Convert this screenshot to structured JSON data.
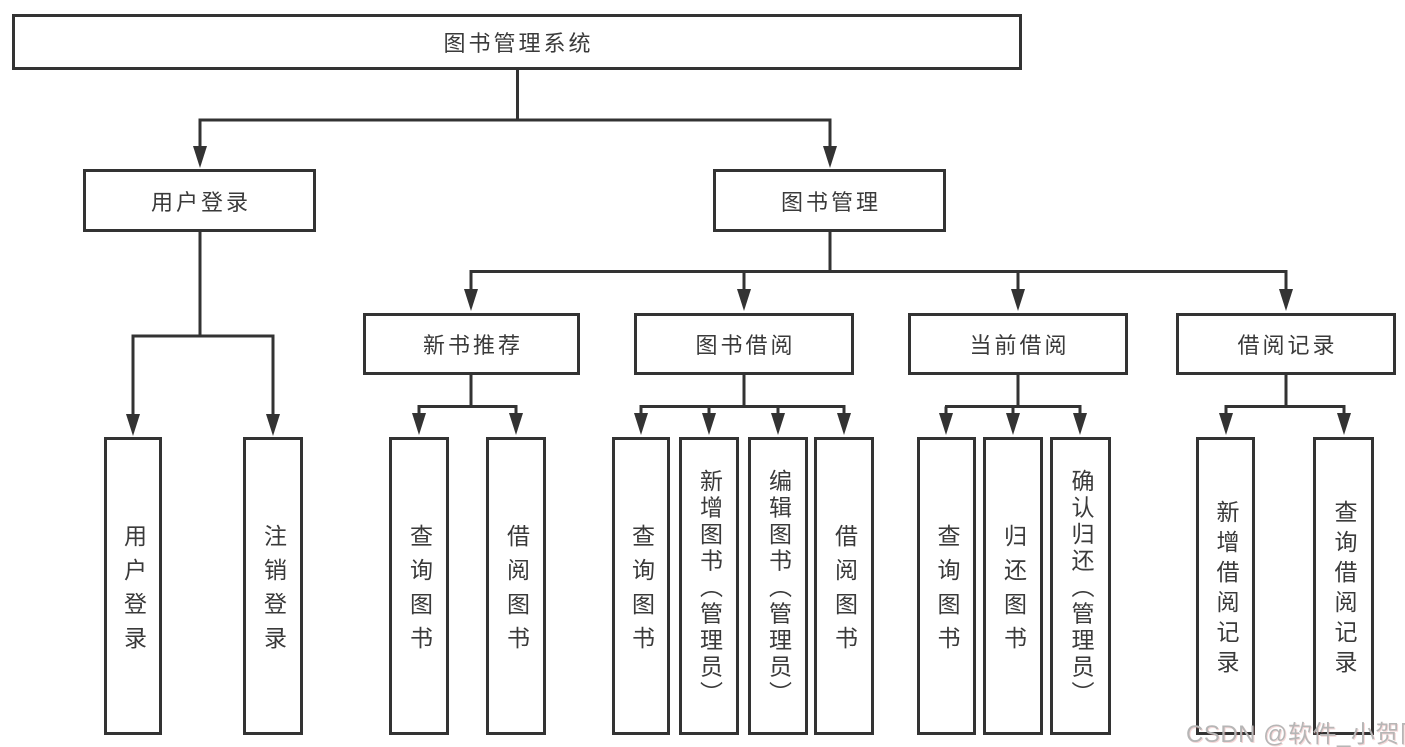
{
  "diagram": {
    "root": {
      "label": "图书管理系统"
    },
    "level2": [
      {
        "label": "用户登录"
      },
      {
        "label": "图书管理"
      }
    ],
    "level3": [
      {
        "label": "新书推荐"
      },
      {
        "label": "图书借阅"
      },
      {
        "label": "当前借阅"
      },
      {
        "label": "借阅记录"
      }
    ],
    "leaves": [
      {
        "label": "用户登录"
      },
      {
        "label": "注销登录"
      },
      {
        "label": "查询图书"
      },
      {
        "label": "借阅图书"
      },
      {
        "label": "查询图书"
      },
      {
        "label": "新增图书（管理员）"
      },
      {
        "label": "编辑图书（管理员）"
      },
      {
        "label": "借阅图书"
      },
      {
        "label": "查询图书"
      },
      {
        "label": "归还图书"
      },
      {
        "label": "确认归还（管理员）"
      },
      {
        "label": "新增借阅记录"
      },
      {
        "label": "查询借阅记录"
      }
    ]
  },
  "watermark": {
    "text": "CSDN @软件_小贺同学"
  },
  "colors": {
    "line": "#333333",
    "text": "#3a3a3a",
    "background": "#ffffff",
    "watermark": "#b6b6b6"
  }
}
